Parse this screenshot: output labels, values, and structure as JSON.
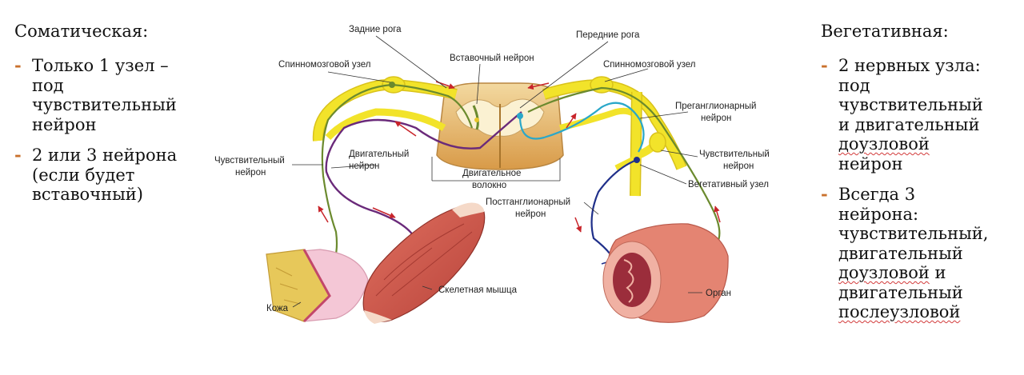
{
  "left": {
    "heading": "Соматическая:",
    "bullets": [
      "Только 1 узел –\nпод\nчувствительный\nнейрон",
      "2 или 3 нейрона\n(если будет\nвставочный)"
    ]
  },
  "right": {
    "heading": "Вегетативная:",
    "bullets": [
      {
        "pre": "2 нервных узла:\nпод\nчувствительный\nи двигательный\n",
        "u": "доузловой",
        "post": "\nнейрон"
      },
      {
        "pre": "Всегда 3\nнейрона:\nчувствительный,\nдвигательный\n",
        "u": "доузловой",
        "mid": " и\nдвигательный\n",
        "u2": "послеузловой"
      }
    ]
  },
  "diagram": {
    "labels": {
      "dorsal_horns": "Задние рога",
      "ventral_horns": "Передние рога",
      "interneuron": "Вставочный нейрон",
      "spinal_ganglion_left": "Спинномозговой узел",
      "spinal_ganglion_right": "Спинномозговой узел",
      "preganglionic_1": "Преганглионарный",
      "preganglionic_2": "нейрон",
      "sensory_left_1": "Чувствительный",
      "sensory_left_2": "нейрон",
      "motor_1": "Двигательный",
      "motor_2": "нейрон",
      "motor_fiber_1": "Двигательное",
      "motor_fiber_2": "волокно",
      "sensory_right_1": "Чувствительный",
      "sensory_right_2": "нейрон",
      "autonomic_ganglion": "Вегетативный узел",
      "postganglionic_1": "Постганглионарный",
      "postganglionic_2": "нейрон",
      "skin": "Кожа",
      "muscle": "Скелетная мышца",
      "organ": "Орган"
    },
    "colors": {
      "nerve": "#f2e32a",
      "nerve_edge": "#d9c21a",
      "sensory": "#6b8a2e",
      "motor": "#6a2a7a",
      "pre": "#2aa7c9",
      "post": "#1f2f8a",
      "arrow": "#c8242a"
    }
  }
}
